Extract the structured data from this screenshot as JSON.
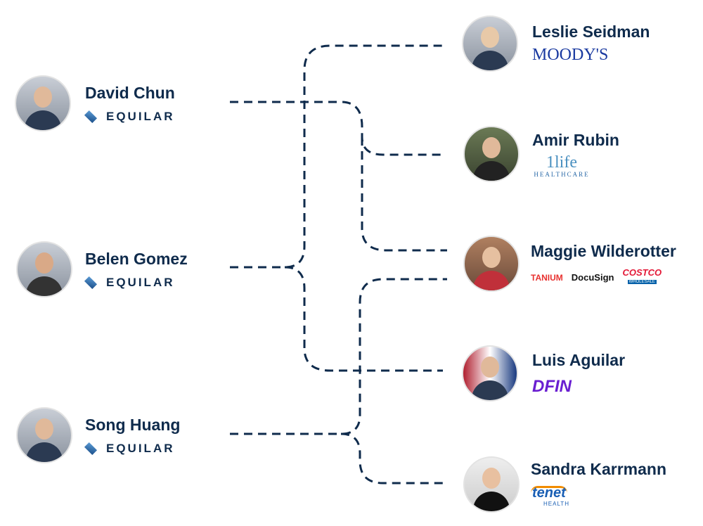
{
  "left": [
    {
      "name": "David Chun",
      "company": "EQUILAR"
    },
    {
      "name": "Belen Gomez",
      "company": "EQUILAR"
    },
    {
      "name": "Song Huang",
      "company": "EQUILAR"
    }
  ],
  "right": [
    {
      "name": "Leslie Seidman",
      "logos": [
        "MOODY'S"
      ]
    },
    {
      "name": "Amir Rubin",
      "logos": [
        "1life",
        "HEALTHCARE"
      ]
    },
    {
      "name": "Maggie Wilderotter",
      "logos": [
        "TANIUM",
        "DocuSign",
        "COSTCO",
        "WHOLESALE"
      ]
    },
    {
      "name": "Luis Aguilar",
      "logos": [
        "DFIN"
      ]
    },
    {
      "name": "Sandra Karrmann",
      "logos": [
        "tenet",
        "HEALTH"
      ]
    }
  ],
  "colors": {
    "line": "#0f2b4c",
    "name": "#0f2b4c"
  }
}
